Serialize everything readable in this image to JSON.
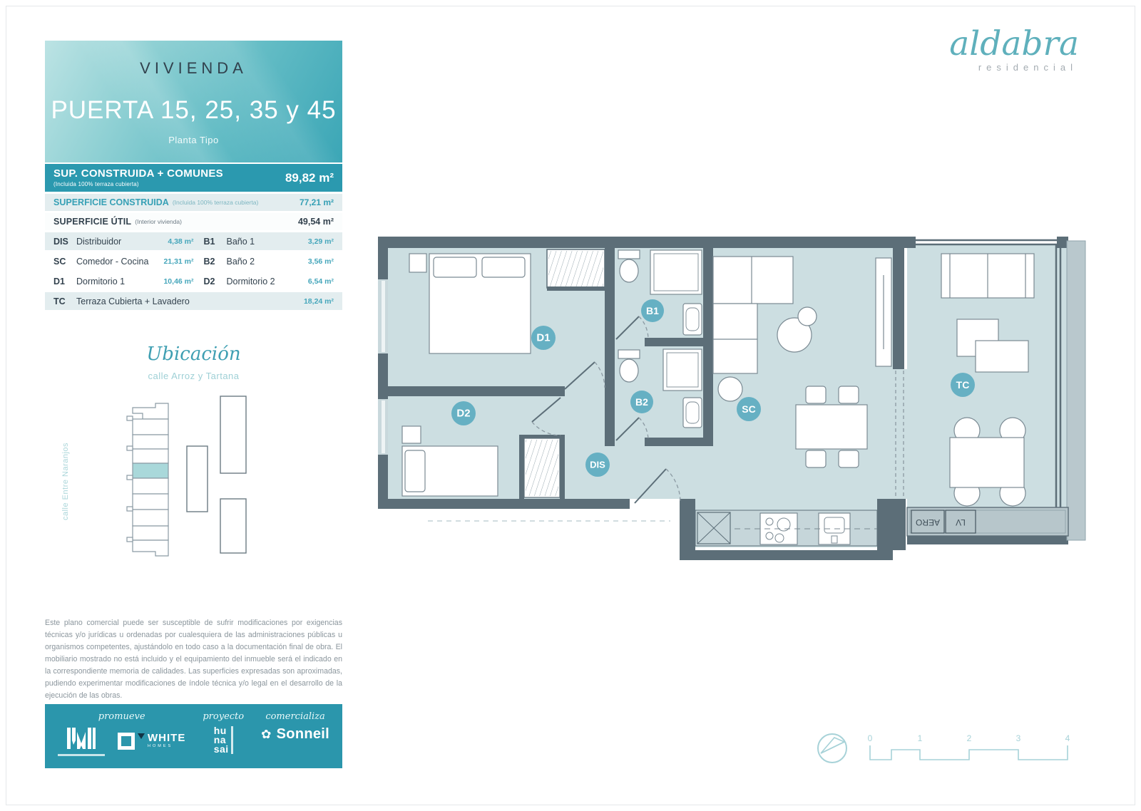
{
  "brand": {
    "logo_script": "aldabra",
    "logo_sub": "residencial"
  },
  "colors": {
    "teal": "#2b96ac",
    "teal_light": "#e3edef",
    "wall": "#5c6e78",
    "floor": "#ccdee1",
    "label_circle": "#66b0c3",
    "scale": "#a7d2d8"
  },
  "panel": {
    "header": {
      "title": "VIVIENDA",
      "puerta": "PUERTA 15, 25, 35 y 45",
      "subtitle": "Planta Tipo"
    },
    "summary": [
      {
        "label": "SUP. CONSTRUIDA + COMUNES",
        "note": "(Incluida 100% terraza cubierta)",
        "value": "89,82 m²"
      },
      {
        "label": "SUPERFICIE CONSTRUIDA",
        "note": "(Incluida 100% terraza cubierta)",
        "value": "77,21 m²"
      },
      {
        "label": "SUPERFICIE ÚTIL",
        "note": "(Interior vivienda)",
        "value": "49,54 m²"
      }
    ],
    "rooms": [
      {
        "code": "DIS",
        "name": "Distribuidor",
        "area": "4,38 m²",
        "code2": "B1",
        "name2": "Baño 1",
        "area2": "3,29 m²"
      },
      {
        "code": "SC",
        "name": "Comedor - Cocina",
        "area": "21,31 m²",
        "code2": "B2",
        "name2": "Baño 2",
        "area2": "3,56 m²"
      },
      {
        "code": "D1",
        "name": "Dormitorio 1",
        "area": "10,46 m²",
        "code2": "D2",
        "name2": "Dormitorio 2",
        "area2": "6,54 m²"
      },
      {
        "code": "TC",
        "name": "Terraza Cubierta + Lavadero",
        "area": "18,24 m²"
      }
    ],
    "ubicacion": {
      "title": "Ubicación",
      "street": "calle Arroz y Tartana",
      "street_side": "calle Entre Naranjos"
    },
    "disclaimer": "Este plano comercial puede ser susceptible de sufrir modificaciones por exigencias técnicas y/o jurídicas u ordenadas por cualesquiera de las administraciones públicas u organismos competentes, ajustándolo en todo caso a la documentación final de obra. El mobiliario mostrado no está incluido y el equipamiento del inmueble será el indicado en la correspondiente memoria de calidades. Las superficies expresadas son aproximadas, pudiendo experimentar modificaciones de índole técnica y/o legal en el desarrollo de la ejecución de las obras.",
    "footer": {
      "promueve": "promueve",
      "proyecto": "proyecto",
      "comercializa": "comercializa",
      "white_line1": "WHITE",
      "white_line2": "HOMES",
      "hunasai": [
        "hu",
        "na",
        "sai"
      ],
      "sonneil": "Sonneil"
    }
  },
  "plan": {
    "labels": {
      "d1": "D1",
      "d2": "D2",
      "b1": "B1",
      "b2": "B2",
      "dis": "DIS",
      "sc": "SC",
      "tc": "TC"
    },
    "laundry": {
      "aero": "AERO",
      "lv": "LV"
    },
    "scale": {
      "ticks": [
        "0",
        "1",
        "2",
        "3",
        "4"
      ]
    }
  }
}
